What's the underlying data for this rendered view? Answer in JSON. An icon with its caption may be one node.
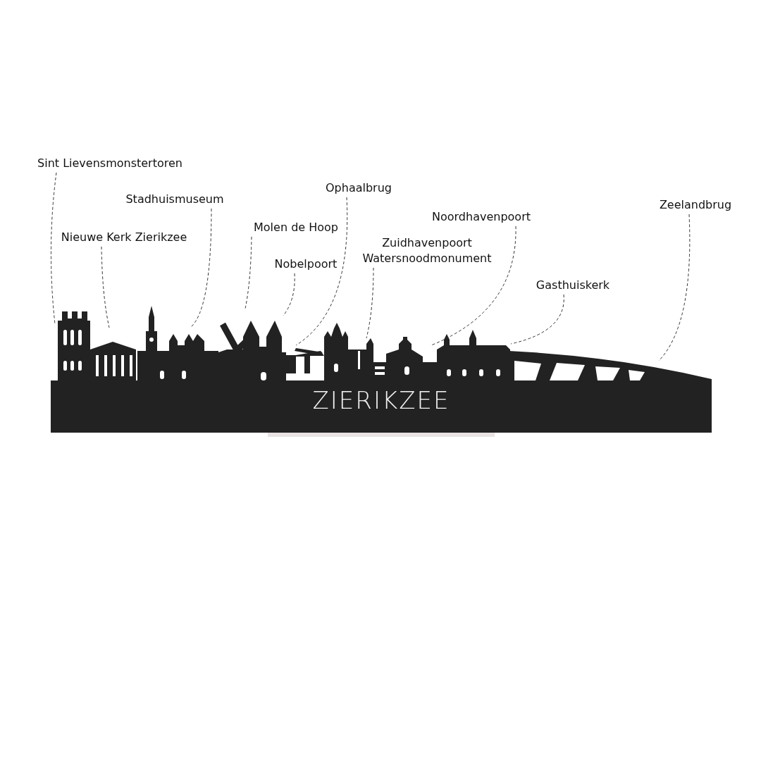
{
  "diagram": {
    "nodes": [
      {
        "text": [
          "Sint Lievensmonstertoren"
        ]
      },
      {
        "text": [
          "Ophaalbrug"
        ]
      },
      {
        "text": [
          "Stadhuismuseum"
        ]
      },
      {
        "text": [
          "Zeelandbrug"
        ]
      },
      {
        "text": [
          "Noordhavenpoort"
        ]
      },
      {
        "text": [
          "Molen de Hoop"
        ]
      },
      {
        "text": [
          "Nieuwe Kerk Zierikzee"
        ]
      },
      {
        "text": [
          "Watersnoodmonument"
        ]
      },
      {
        "text": [
          "Nobelpoort"
        ]
      },
      {
        "text": [
          "Gasthuiskerk"
        ]
      }
    ],
    "edges": [
      {
        "from": 0,
        "to": null,
        "arrow": "none",
        "style": "dashed"
      },
      {
        "from": 1,
        "to": null,
        "arrow": "none",
        "style": "dashed"
      },
      {
        "from": 2,
        "to": null,
        "arrow": "none",
        "style": "dashed"
      },
      {
        "from": 3,
        "to": null,
        "arrow": "none",
        "style": "dashed"
      },
      {
        "from": 4,
        "to": null,
        "arrow": "none",
        "style": "dashed"
      },
      {
        "from": 5,
        "to": null,
        "arrow": "none",
        "style": "dashed"
      },
      {
        "from": 6,
        "to": null,
        "arrow": "none",
        "style": "dashed"
      },
      {
        "from": 7,
        "to": null,
        "arrow": "none",
        "style": "dashed"
      },
      {
        "from": 8,
        "to": null,
        "arrow": "none",
        "style": "dashed"
      },
      {
        "from": 9,
        "to": null,
        "arrow": "none",
        "style": "dashed"
      }
    ],
    "labels": [
      "Zuidhavenpoort",
      "ZIERIKZEE"
    ]
  }
}
